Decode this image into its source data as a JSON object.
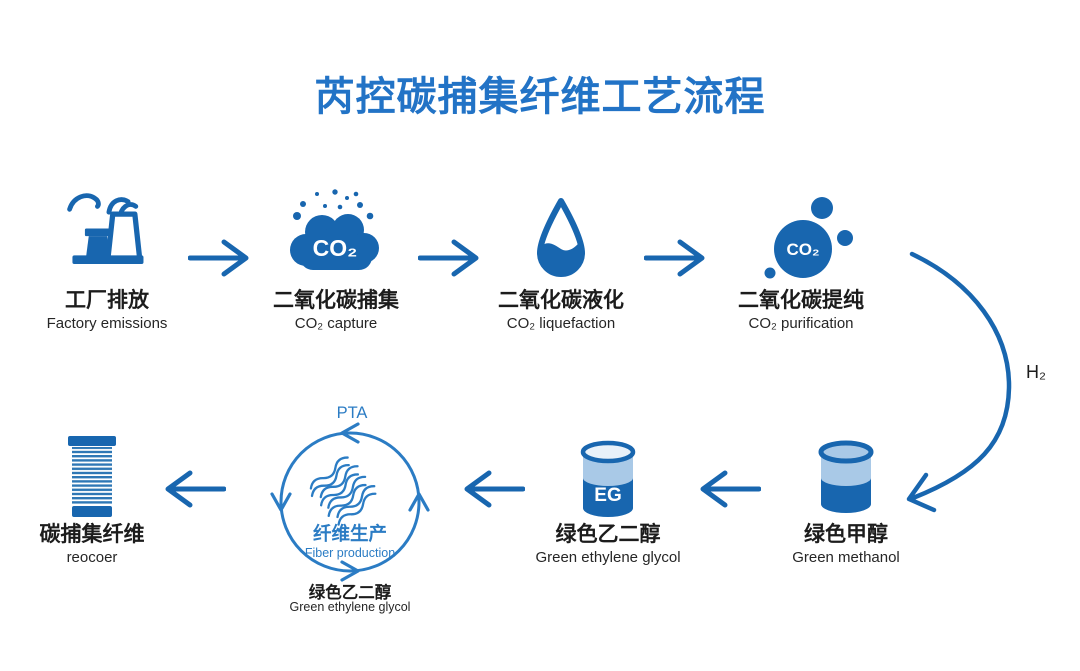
{
  "title": "芮控碳捕集纤维工艺流程",
  "h2_label": "H₂",
  "colors": {
    "primary_blue": "#1866af",
    "title_blue": "#2273c6",
    "cycle_blue": "#2b7cc4",
    "liquid_light_blue": "#a9c9e7",
    "text_black": "#1c1c1c"
  },
  "top_row": [
    {
      "zh": "工厂排放",
      "en": "Factory emissions"
    },
    {
      "zh": "二氧化碳捕集",
      "en": "CO₂ capture",
      "icon_text": "CO₂"
    },
    {
      "zh": "二氧化碳液化",
      "en": "CO₂ liquefaction"
    },
    {
      "zh": "二氧化碳提纯",
      "en": "CO₂ purification",
      "icon_text": "CO₂"
    }
  ],
  "bottom_row": [
    {
      "zh": "绿色甲醇",
      "en": "Green methanol"
    },
    {
      "zh": "绿色乙二醇",
      "en": "Green ethylene glycol",
      "icon_text": "EG"
    },
    {
      "zh": "纤维生产",
      "en": "Fiber production",
      "pta_label": "PTA",
      "below_zh": "绿色乙二醇",
      "below_en": "Green ethylene glycol"
    },
    {
      "zh": "碳捕集纤维",
      "en": "reocoer"
    }
  ]
}
